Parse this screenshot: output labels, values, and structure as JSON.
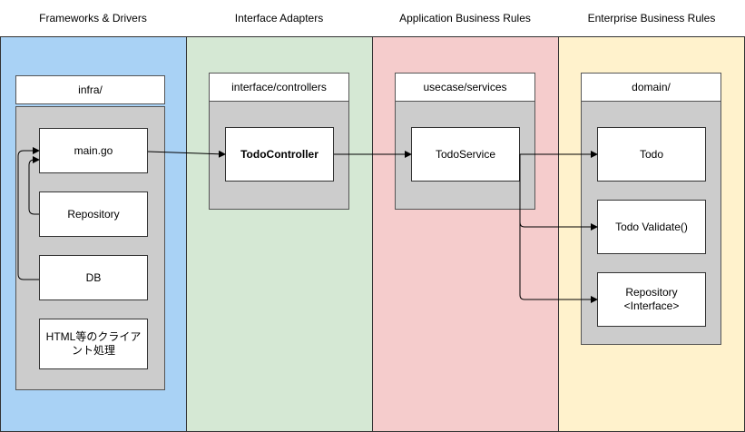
{
  "layers": {
    "frameworks": {
      "title": "Frameworks & Drivers",
      "color": "#a9d2f5"
    },
    "adapters": {
      "title": "Interface Adapters",
      "color": "#d5e8d4"
    },
    "application": {
      "title": "Application Business Rules",
      "color": "#f5cccc"
    },
    "enterprise": {
      "title": "Enterprise Business Rules",
      "color": "#fff2cc"
    }
  },
  "groups": {
    "infra": {
      "title": "infra/",
      "nodes": {
        "main": "main.go",
        "repository": "Repository",
        "db": "DB",
        "html": "HTML等のクライアント処理"
      }
    },
    "controllers": {
      "title": "interface/controllers",
      "nodes": {
        "todo_controller": "TodoController"
      }
    },
    "services": {
      "title": "usecase/services",
      "nodes": {
        "todo_service": "TodoService"
      }
    },
    "domain": {
      "title": "domain/",
      "nodes": {
        "todo": "Todo",
        "todo_validate": "Todo Validate()",
        "repository_line1": "Repository",
        "repository_line2": "<Interface>"
      }
    }
  }
}
